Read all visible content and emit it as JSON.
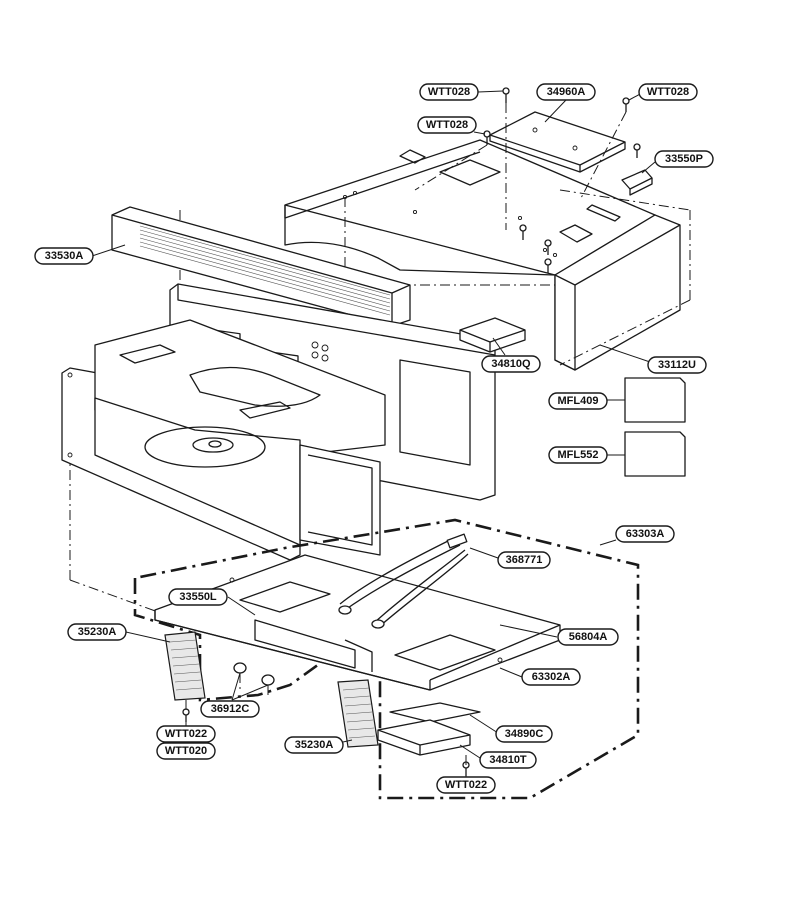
{
  "diagram": {
    "callouts": [
      {
        "id": "wtt028_top",
        "label": "WTT028"
      },
      {
        "id": "34960a",
        "label": "34960A"
      },
      {
        "id": "wtt028_right",
        "label": "WTT028"
      },
      {
        "id": "wtt028_mid",
        "label": "WTT028"
      },
      {
        "id": "33550p",
        "label": "33550P"
      },
      {
        "id": "33530a",
        "label": "33530A"
      },
      {
        "id": "34810q",
        "label": "34810Q"
      },
      {
        "id": "33112u",
        "label": "33112U"
      },
      {
        "id": "mfl409",
        "label": "MFL409"
      },
      {
        "id": "mfl552",
        "label": "MFL552"
      },
      {
        "id": "63303a",
        "label": "63303A"
      },
      {
        "id": "368771",
        "label": "368771"
      },
      {
        "id": "33550l",
        "label": "33550L"
      },
      {
        "id": "35230a_left",
        "label": "35230A"
      },
      {
        "id": "56804a",
        "label": "56804A"
      },
      {
        "id": "63302a",
        "label": "63302A"
      },
      {
        "id": "36912c",
        "label": "36912C"
      },
      {
        "id": "wtt022_left",
        "label": "WTT022"
      },
      {
        "id": "wtt020",
        "label": "WTT020"
      },
      {
        "id": "35230a_center",
        "label": "35230A"
      },
      {
        "id": "34890c",
        "label": "34890C"
      },
      {
        "id": "34810t",
        "label": "34810T"
      },
      {
        "id": "wtt022_bottom",
        "label": "WTT022"
      }
    ]
  }
}
